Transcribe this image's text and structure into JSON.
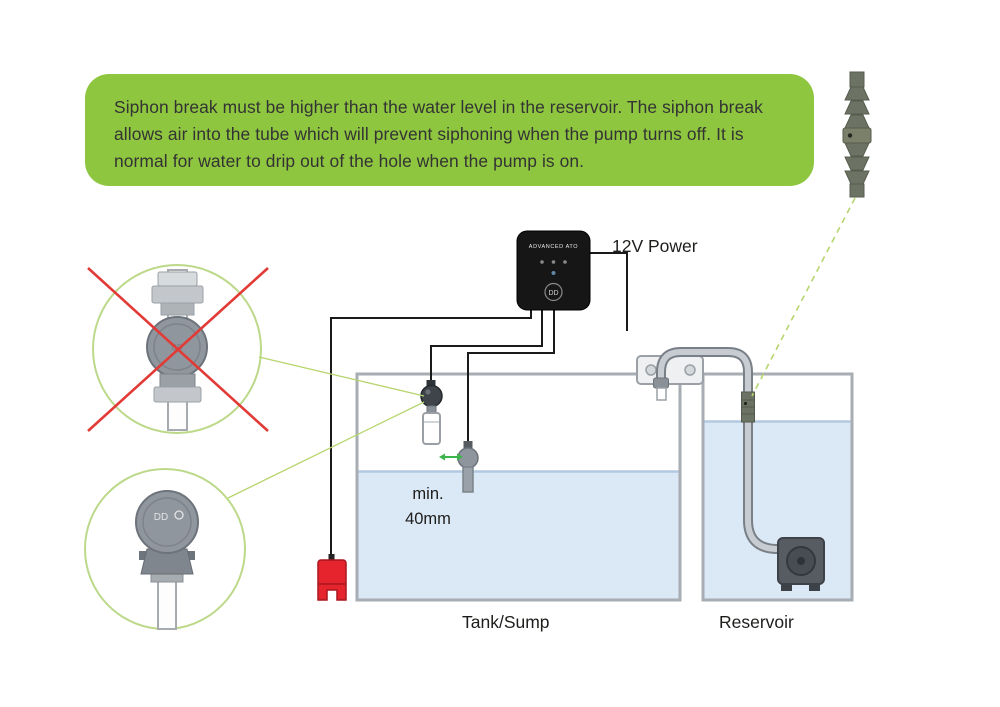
{
  "callout": {
    "text": "Siphon break must be higher than the water level in the reservoir. The siphon break allows air into the tube which will prevent siphoning when the pump turns off. It is normal for water to drip out of the hole when the pump is on.",
    "bg_color": "#8fc640"
  },
  "labels": {
    "power": "12V Power",
    "min_gap": "min.\n40mm",
    "tank": "Tank/Sump",
    "reservoir": "Reservoir"
  },
  "controller": {
    "brand": "ADVANCED ATO",
    "logo": "DD"
  },
  "branding": {
    "sensor_logo": "DD"
  },
  "icons": {
    "siphon_break_fitting": "barbed-hose-connector-icon",
    "wrong_mark": "red-x-icon",
    "float_switch": "red-float-switch"
  },
  "colors": {
    "callout_bg": "#8fc640",
    "water": "#dbe8f5",
    "water_line": "#b3c9e1",
    "tank_wall": "#a7adb3",
    "wire": "#1a1a1a",
    "error_red": "#e23a36",
    "leader_green": "#b7d56e",
    "arrow_green": "#3cb54a"
  }
}
